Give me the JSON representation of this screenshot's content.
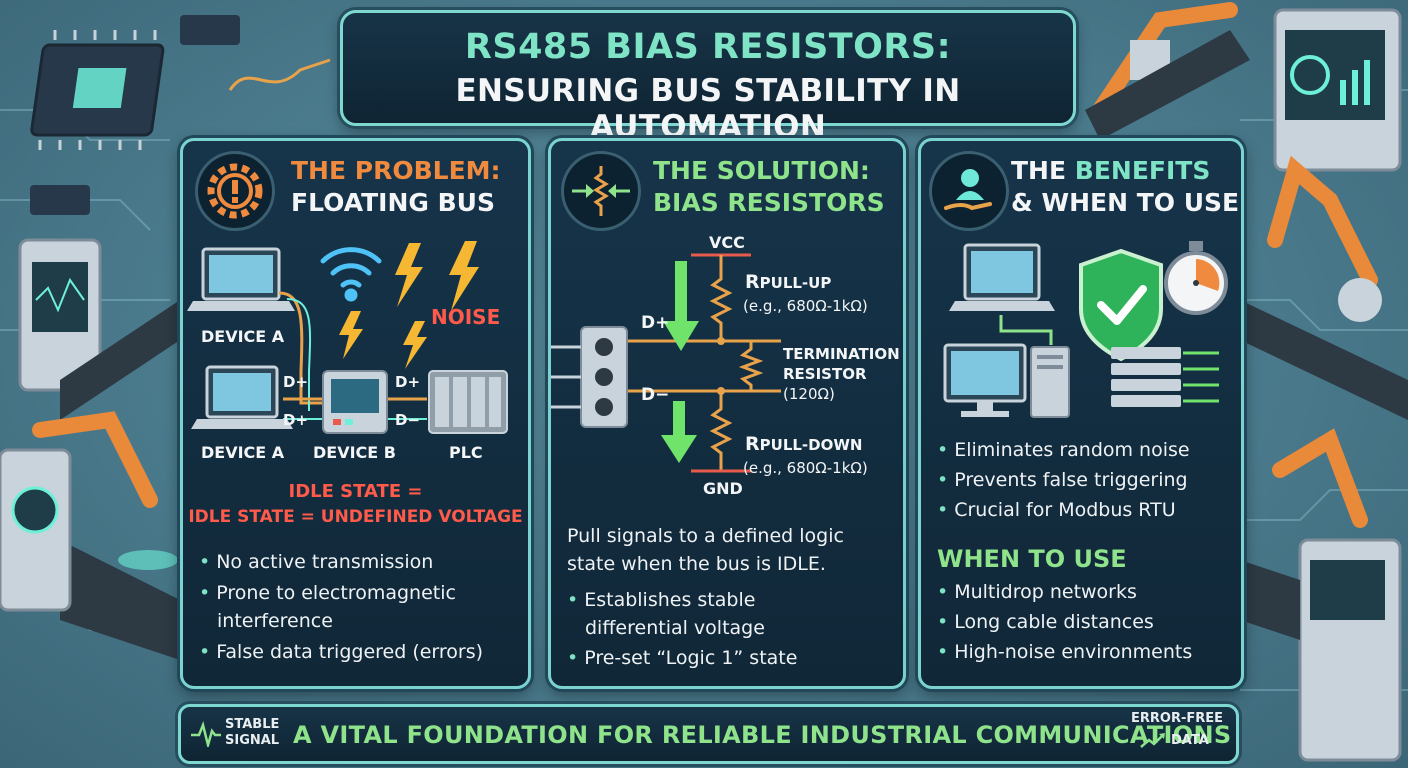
{
  "title": {
    "line1": "RS485 BIAS RESISTORS:",
    "line2": "ENSURING BUS STABILITY IN AUTOMATION"
  },
  "panel_problem": {
    "heading1": "THE PROBLEM:",
    "heading2": "FLOATING BUS",
    "device_a_top": "DEVICE A",
    "device_a_bottom": "DEVICE A",
    "device_b": "DEVICE B",
    "plc": "PLC",
    "noise": "NOISE",
    "dplus_1": "D+",
    "dplus_2": "D+",
    "dplus_3": "D+",
    "dminus": "D−",
    "idle_line1": "IDLE STATE =",
    "idle_line2": "IDLE STATE = UNDEFINED VOLTAGE",
    "bullets": [
      "No active transmission",
      "Prone to electromagnetic",
      "interference",
      "False data triggered (errors)"
    ]
  },
  "panel_solution": {
    "heading1": "THE SOLUTION:",
    "heading2": "BIAS RESISTORS",
    "vcc": "VCC",
    "gnd": "GND",
    "dplus": "D+",
    "dminus": "D−",
    "pullup_r": "R",
    "pullup_sub": "PULL-UP",
    "pullup_value": "(e.g., 680Ω-1kΩ)",
    "pulldown_r": "R",
    "pulldown_sub": "PULL-DOWN",
    "pulldown_value": "(e.g., 680Ω-1kΩ)",
    "termination_l1": "TERMINATION",
    "termination_l2": "RESISTOR",
    "termination_l3": "(120Ω)",
    "summary_l1": "Pull signals to a defined logic",
    "summary_l2": "state when the bus is IDLE.",
    "bullets": [
      "Establishes stable",
      "differential voltage",
      "Pre-set “Logic 1” state"
    ]
  },
  "panel_benefits": {
    "heading1a": "THE ",
    "heading1b": "BENEFITS",
    "heading2": "& WHEN TO USE",
    "benefits": [
      "Eliminates random noise",
      "Prevents false triggering",
      "Crucial for Modbus RTU"
    ],
    "when_title": "WHEN TO USE",
    "when": [
      "Multidrop networks",
      "Long cable distances",
      "High-noise environments"
    ]
  },
  "footer": {
    "left_l1": "STABLE",
    "left_l2": "SIGNAL",
    "main": "A VITAL FOUNDATION FOR RELIABLE INDUSTRIAL COMMUNICATIONS",
    "right_l1": "ERROR-FREE",
    "right_l2": "DATA"
  },
  "colors": {
    "accent_green": "#8fe38a",
    "accent_cyan": "#7fe3c6",
    "accent_orange": "#f08a3e",
    "alert_red": "#ff5a4a",
    "panel_bg": "#16344a"
  },
  "icons": [
    "chip-icon",
    "gear-alert-icon",
    "resistor-icon",
    "user-hand-icon",
    "laptop-icon",
    "wifi-icon",
    "lightning-icon",
    "shield-check-icon",
    "stopwatch-icon",
    "server-icon",
    "robot-arm-icon",
    "pulse-icon",
    "trend-up-icon"
  ]
}
